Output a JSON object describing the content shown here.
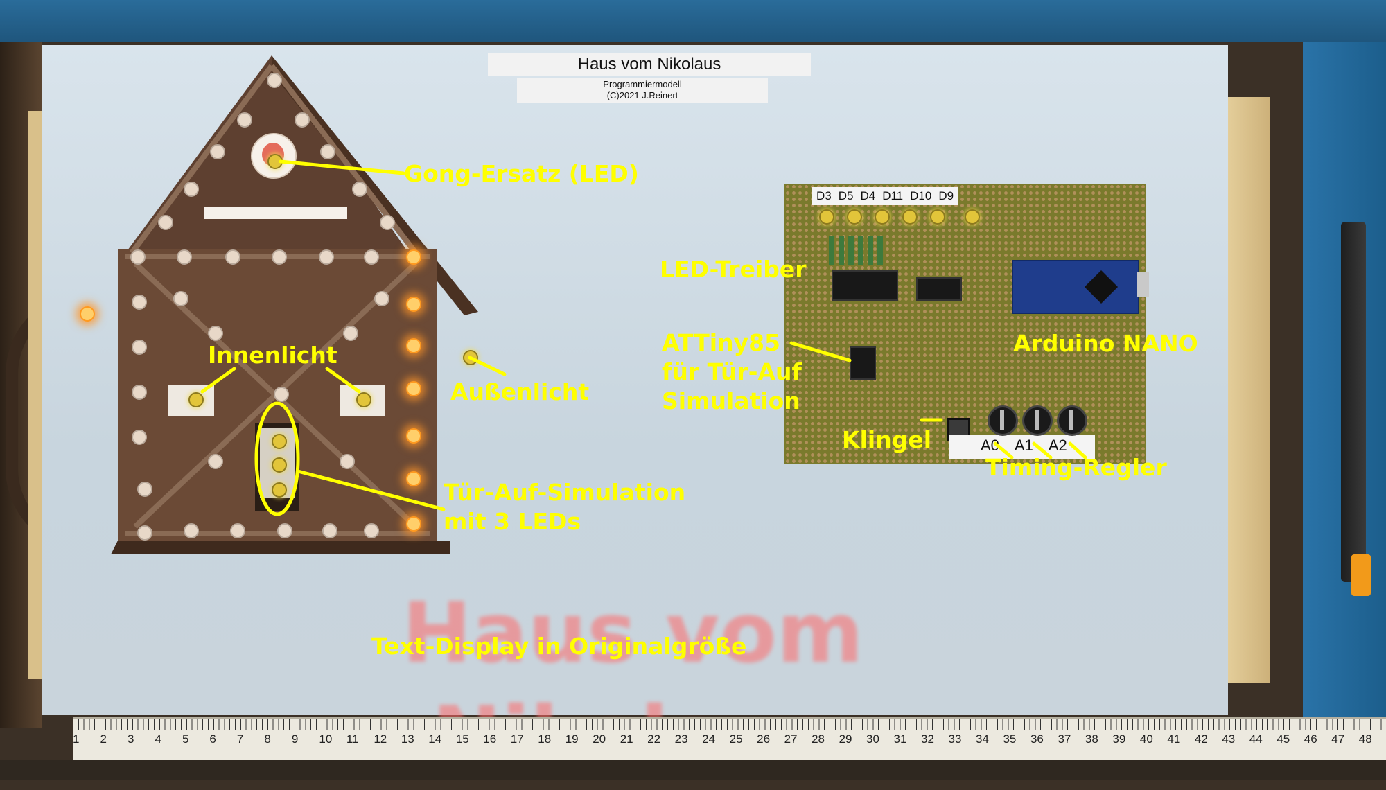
{
  "board": {
    "title": "Haus vom Nikolaus",
    "subtitle_line1": "Programmiermodell",
    "subtitle_line2": "(C)2021 J.Reinert"
  },
  "pcb": {
    "pin_labels": [
      "D3",
      "D5",
      "D4",
      "D11",
      "D10",
      "D9"
    ],
    "pot_labels": [
      "A0",
      "A1",
      "A2"
    ]
  },
  "annotations": {
    "gong": "Gong-Ersatz (LED)",
    "innenlicht": "Innenlicht",
    "aussenlicht": "Außenlicht",
    "tuer_line1": "Tür-Auf-Simulation",
    "tuer_line2": "mit 3 LEDs",
    "led_treiber": "LED-Treiber",
    "attiny_line1": "ATTiny85",
    "attiny_line2": "für Tür-Auf",
    "attiny_line3": "Simulation",
    "arduino": "Arduino NANO",
    "klingel": "Klingel",
    "timing": "Timing-Regler",
    "text_display": "Text-Display in Originalgröße"
  },
  "display_text": "Haus vom Nikolaus",
  "ruler": {
    "numbers": [
      "1",
      "2",
      "3",
      "4",
      "5",
      "6",
      "7",
      "8",
      "9",
      "10",
      "11",
      "12",
      "13",
      "14",
      "15",
      "16",
      "17",
      "18",
      "19",
      "20",
      "21",
      "22",
      "23",
      "24",
      "25",
      "26",
      "27",
      "28",
      "29",
      "30",
      "31",
      "32",
      "33",
      "34",
      "35",
      "36",
      "37",
      "38",
      "39",
      "40",
      "41",
      "42",
      "43",
      "44",
      "45",
      "46",
      "47",
      "48"
    ]
  },
  "colors": {
    "annotation": "#ffff00",
    "display_text": "#ff6a6a",
    "board": "#d2dde5",
    "pcb": "#7a7a2c"
  }
}
